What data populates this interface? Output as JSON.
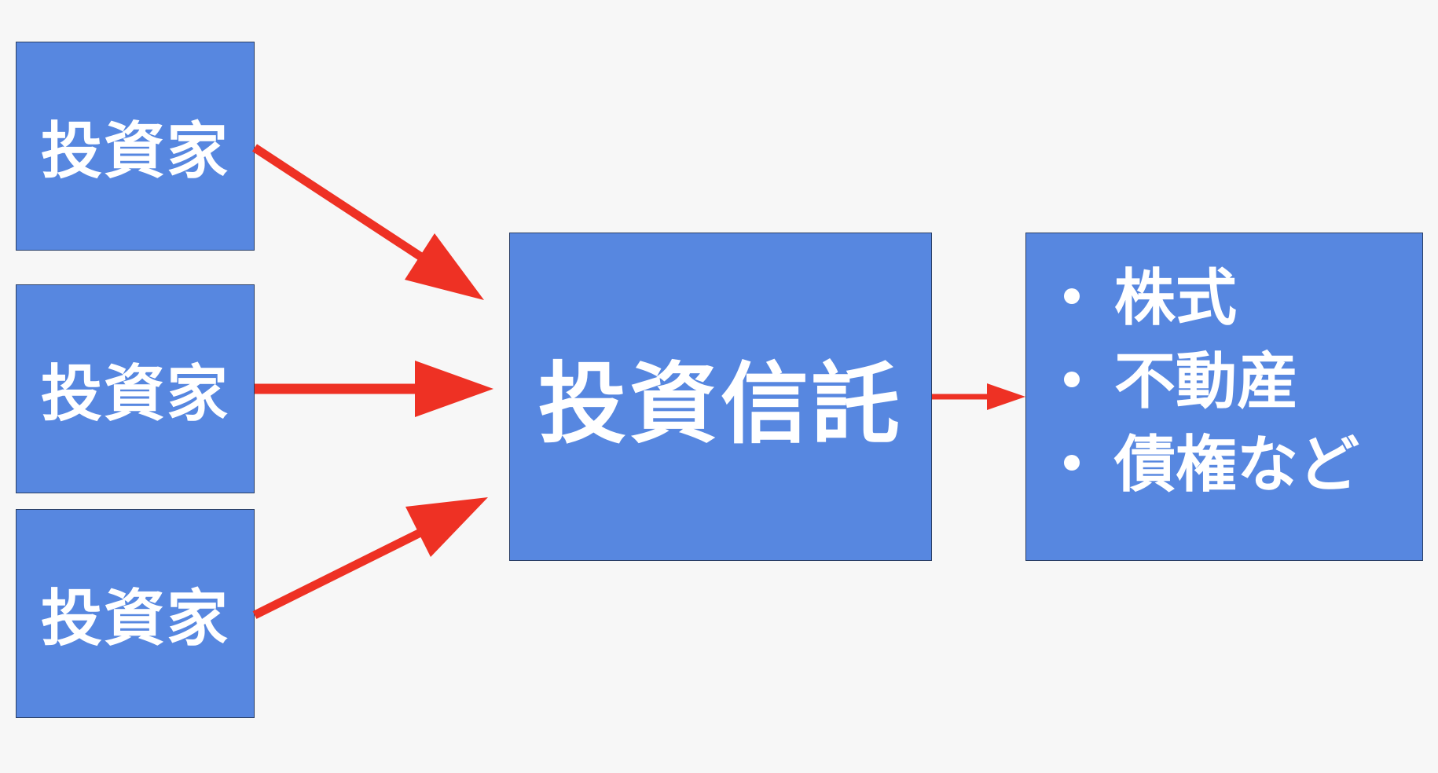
{
  "investors": [
    {
      "label": "投資家"
    },
    {
      "label": "投資家"
    },
    {
      "label": "投資家"
    }
  ],
  "fund": {
    "label": "投資信託"
  },
  "assets": {
    "items": [
      {
        "label": "株式"
      },
      {
        "label": "不動産"
      },
      {
        "label": "債権など"
      }
    ]
  },
  "colors": {
    "box_fill": "#5787e0",
    "box_border": "#2a3f66",
    "arrow": "#ee3124",
    "text": "#ffffff",
    "background": "#f7f7f7"
  }
}
